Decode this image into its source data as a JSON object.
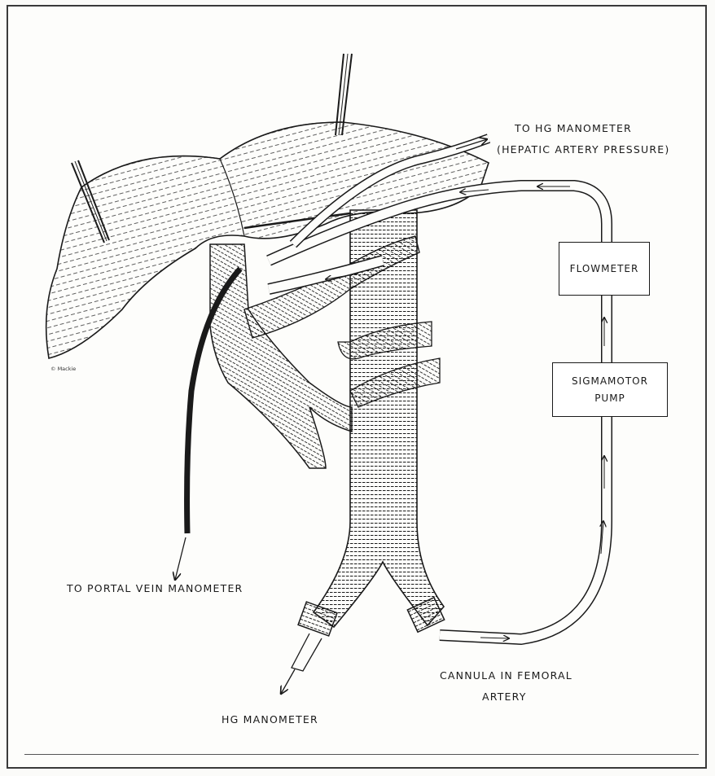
{
  "labels": {
    "hg_manometer_top_1": "TO Hg MANOMETER",
    "hg_manometer_top_2": "(HEPATIC ARTERY PRESSURE)",
    "flowmeter": "FLOWMETER",
    "pump_1": "SIGMAMOTOR",
    "pump_2": "PUMP",
    "portal_vein": "TO PORTAL VEIN MANOMETER",
    "cannula_1": "CANNULA IN FEMORAL",
    "cannula_2": "ARTERY",
    "hg_manometer_bottom": "Hg MANOMETER",
    "signature": "© Mackie"
  },
  "colors": {
    "ink": "#1a1a1a",
    "paper": "#fdfdfb"
  }
}
